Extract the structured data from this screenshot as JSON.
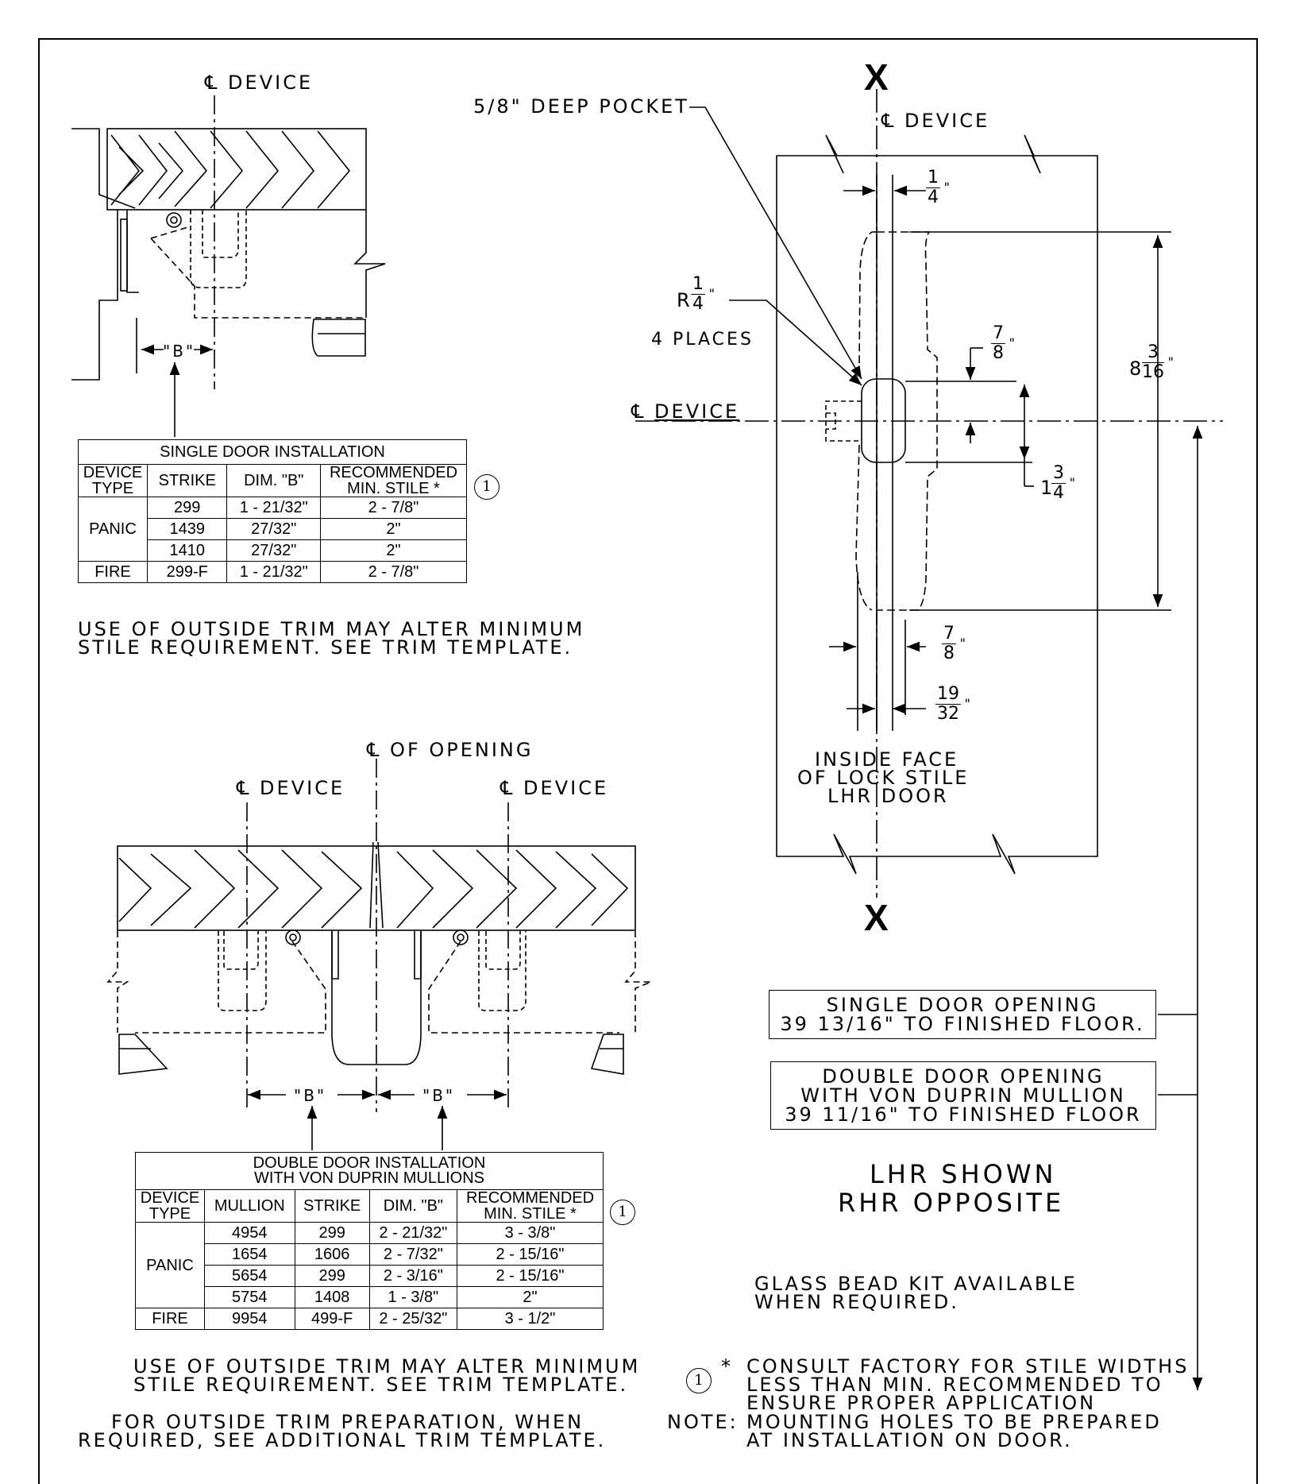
{
  "top_left": {
    "cl_device_label": "DEVICE",
    "dim_b_label": "\"B\"",
    "table": {
      "title": "SINGLE DOOR INSTALLATION",
      "headers": [
        "DEVICE TYPE",
        "STRIKE",
        "DIM. \"B\"",
        "RECOMMENDED MIN. STILE *"
      ],
      "rows": [
        {
          "type": "PANIC",
          "strike": "299",
          "dim_b": "1 - 21/32\"",
          "stile": "2 - 7/8\""
        },
        {
          "type": "",
          "strike": "1439",
          "dim_b": "27/32\"",
          "stile": "2\""
        },
        {
          "type": "",
          "strike": "1410",
          "dim_b": "27/32\"",
          "stile": "2\""
        },
        {
          "type": "FIRE",
          "strike": "299-F",
          "dim_b": "1 - 21/32\"",
          "stile": "2 - 7/8\""
        }
      ],
      "note_marker": "1"
    },
    "trim_note_line1": "USE OF OUTSIDE TRIM MAY ALTER MINIMUM",
    "trim_note_line2": "STILE REQUIREMENT. SEE TRIM TEMPLATE."
  },
  "bottom_left": {
    "cl_opening_label": "OF OPENING",
    "cl_device_left": "DEVICE",
    "cl_device_right": "DEVICE",
    "dim_b_left": "\"B\"",
    "dim_b_right": "\"B\"",
    "table": {
      "title_line1": "DOUBLE DOOR INSTALLATION",
      "title_line2": "WITH VON DUPRIN MULLIONS",
      "headers": [
        "DEVICE TYPE",
        "MULLION",
        "STRIKE",
        "DIM. \"B\"",
        "RECOMMENDED MIN. STILE *"
      ],
      "rows": [
        {
          "type": "PANIC",
          "mullion": "4954",
          "strike": "299",
          "dim_b": "2 - 21/32\"",
          "stile": "3 - 3/8\""
        },
        {
          "type": "",
          "mullion": "1654",
          "strike": "1606",
          "dim_b": "2 - 7/32\"",
          "stile": "2 - 15/16\""
        },
        {
          "type": "",
          "mullion": "5654",
          "strike": "299",
          "dim_b": "2 - 3/16\"",
          "stile": "2 - 15/16\""
        },
        {
          "type": "",
          "mullion": "5754",
          "strike": "1408",
          "dim_b": "1 - 3/8\"",
          "stile": "2\""
        },
        {
          "type": "FIRE",
          "mullion": "9954",
          "strike": "499-F",
          "dim_b": "2 - 25/32\"",
          "stile": "3 - 1/2\""
        }
      ],
      "note_marker": "1"
    },
    "trim_note_line1": "USE OF OUTSIDE TRIM MAY ALTER MINIMUM",
    "trim_note_line2": "STILE REQUIREMENT. SEE TRIM TEMPLATE.",
    "outside_trim_line1": "FOR OUTSIDE TRIM PREPARATION, WHEN",
    "outside_trim_line2": "REQUIRED, SEE ADDITIONAL TRIM TEMPLATE."
  },
  "right": {
    "x_mark": "X",
    "pocket_label": "5/8\" DEEP POCKET",
    "cl_device_top": "DEVICE",
    "cl_device_mid": "DEVICE",
    "radius_prefix": "R",
    "radius_num": "1",
    "radius_den": "4",
    "places_label": "4 PLACES",
    "dim_quarter": {
      "num": "1",
      "den": "4"
    },
    "dim_seven_eighths_a": {
      "num": "7",
      "den": "8"
    },
    "dim_overall": {
      "whole": "8",
      "num": "3",
      "den": "16"
    },
    "dim_one_three_quarter": {
      "whole": "1",
      "num": "3",
      "den": "4"
    },
    "dim_seven_eighths_b": {
      "num": "7",
      "den": "8"
    },
    "dim_nineteen": {
      "num": "19",
      "den": "32"
    },
    "inch_mark": "\"",
    "face_line1": "INSIDE FACE",
    "face_line2": "OF LOCK STILE",
    "face_line3": "LHR DOOR",
    "single_box_line1": "SINGLE DOOR OPENING",
    "single_box_line2": "39 13/16\" TO FINISHED FLOOR.",
    "double_box_line1": "DOUBLE DOOR OPENING",
    "double_box_line2": "WITH VON DUPRIN MULLION",
    "double_box_line3": "39 11/16\" TO FINISHED FLOOR",
    "lhr_line1": "LHR SHOWN",
    "lhr_line2": "RHR OPPOSITE",
    "glass_line1": "GLASS BEAD KIT AVAILABLE",
    "glass_line2": "WHEN REQUIRED.",
    "footnote_marker": "1",
    "footnote_star": "*",
    "footnote_line1": "CONSULT FACTORY FOR STILE WIDTHS",
    "footnote_line2": "LESS THAN MIN. RECOMMENDED TO",
    "footnote_line3": "ENSURE PROPER APPLICATION",
    "note_label": "NOTE:",
    "note_line1": "MOUNTING HOLES TO BE PREPARED",
    "note_line2": "AT INSTALLATION ON DOOR."
  }
}
